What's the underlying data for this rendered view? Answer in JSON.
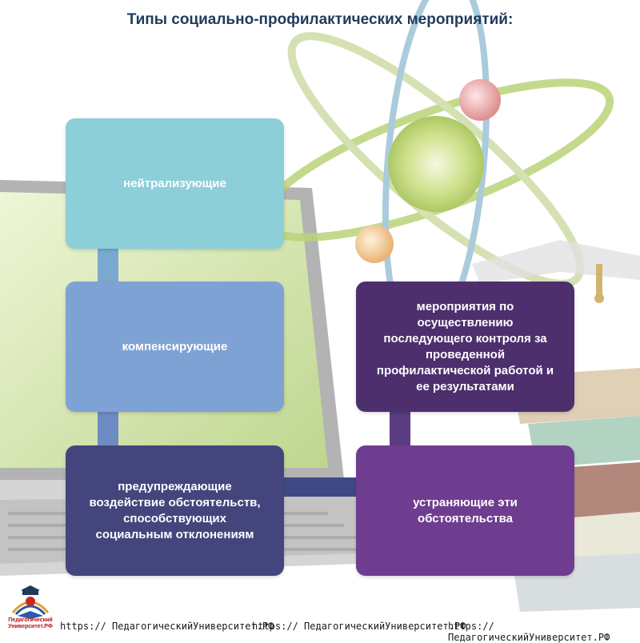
{
  "title": "Типы социально-профилактических мероприятий:",
  "boxes": {
    "neutralizing": "нейтрализующие",
    "compensating": "компенсирующие",
    "preventing": "предупреждающие воздействие обстоятельств, способствующих социальным отклонениям",
    "eliminating": "устраняющие эти обстоятельства",
    "followup": "мероприятия по осуществлению последующего контроля за проведенной профилактической работой и ее результатами"
  },
  "colors": {
    "title": "#1f3b5c",
    "neutralizing": "#8ccfd8",
    "compensating": "#7fa2d4",
    "preventing": "#45457e",
    "eliminating": "#6f3d90",
    "followup": "#4e2f6e",
    "connector_left": "#7aa8cf",
    "connector_bottom": "#3f4a84",
    "connector_right": "#5a3c80"
  },
  "footer": {
    "links": [
      "https:// ПедагогическийУниверситет.РФ",
      "https:// ПедагогическийУниверситет.РФ",
      "https:// ПедагогическийУниверситет.РФ"
    ]
  },
  "logo": {
    "text": "Педагогический Университет.РФ"
  }
}
